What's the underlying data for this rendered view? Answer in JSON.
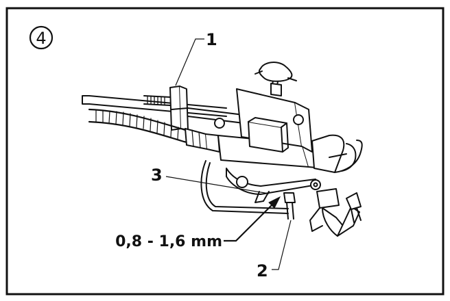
{
  "figure": {
    "step_number": "4",
    "callouts": {
      "label_1": "1",
      "label_2": "2",
      "label_3": "3",
      "measurement": "0,8 - 1,6 mm"
    }
  },
  "colors": {
    "line": "#111111",
    "background": "#ffffff",
    "fill_gray": "#e6e6e6"
  },
  "icons": [
    "spray-gun-illustration",
    "step-number-circle"
  ]
}
